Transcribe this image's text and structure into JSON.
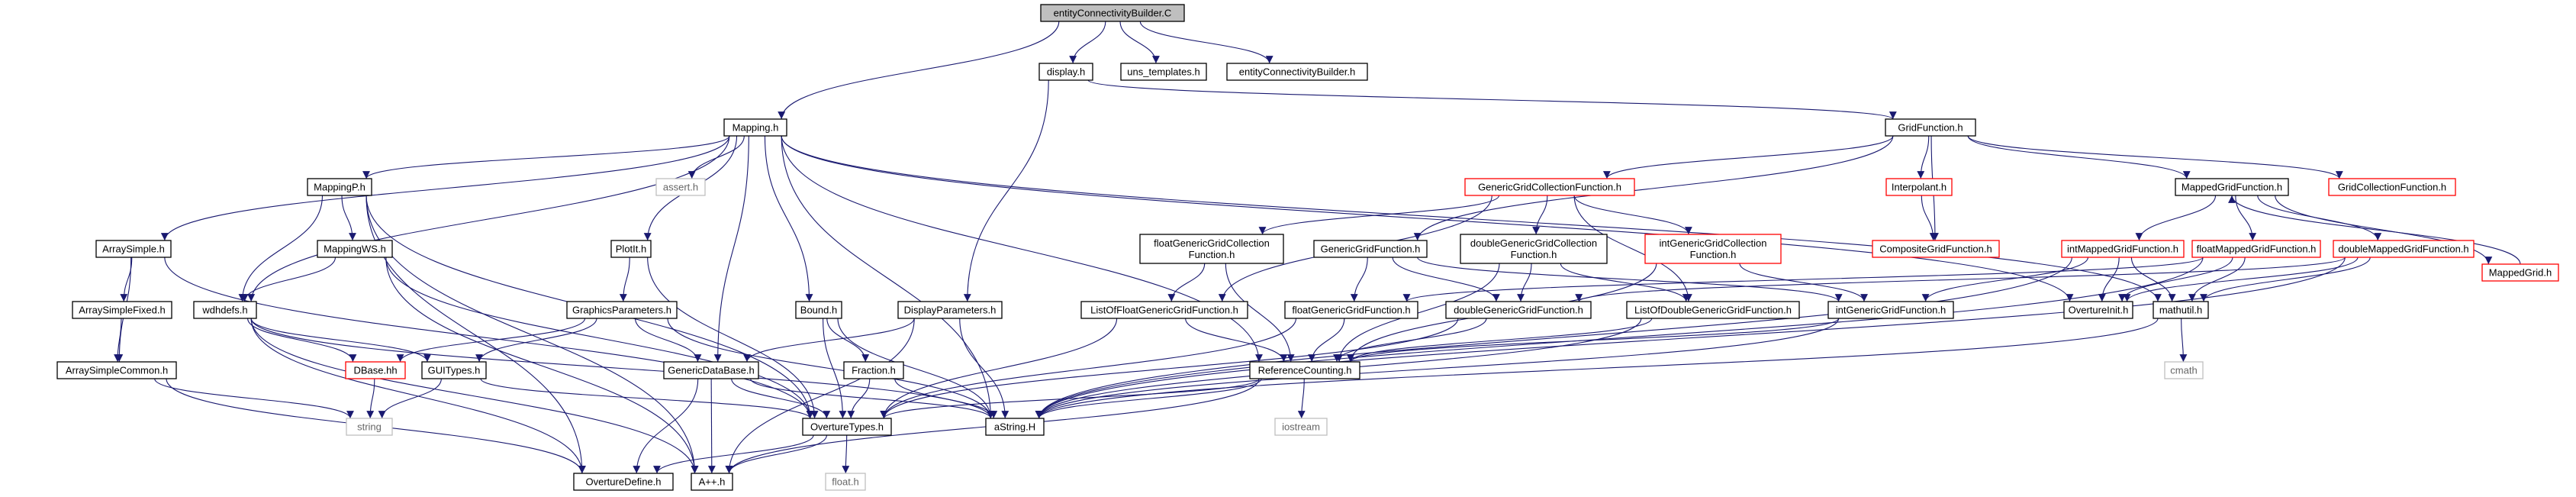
{
  "colors": {
    "edge": "#191970",
    "border_normal": "#000000",
    "border_truncated": "#ff0000",
    "border_external": "#bfbfbf",
    "root_fill": "#bfbfbf",
    "text_normal": "#000000",
    "text_external": "#666666"
  },
  "nodes": {
    "root": {
      "label": "entityConnectivityBuilder.C",
      "kind": "root"
    },
    "display_h": {
      "label": "display.h",
      "kind": "normal"
    },
    "uns_templates": {
      "label": "uns_templates.h",
      "kind": "normal"
    },
    "ecb_h": {
      "label": "entityConnectivityBuilder.h",
      "kind": "normal"
    },
    "mapping_h": {
      "label": "Mapping.h",
      "kind": "normal"
    },
    "gridfunction": {
      "label": "GridFunction.h",
      "kind": "normal"
    },
    "arraysimple": {
      "label": "ArraySimple.h",
      "kind": "normal"
    },
    "arraysimplefixed": {
      "label": "ArraySimpleFixed.h",
      "kind": "normal"
    },
    "arraysimplecommon": {
      "label": "ArraySimpleCommon.h",
      "kind": "normal"
    },
    "mappingp": {
      "label": "MappingP.h",
      "kind": "normal"
    },
    "mappingws": {
      "label": "MappingWS.h",
      "kind": "normal"
    },
    "wdhdefs": {
      "label": "wdhdefs.h",
      "kind": "normal"
    },
    "assert": {
      "label": "assert.h",
      "kind": "external"
    },
    "plott": {
      "label": "PlotIt.h",
      "kind": "normal"
    },
    "graphicsparams": {
      "label": "GraphicsParameters.h",
      "kind": "normal"
    },
    "dbase": {
      "label": "DBase.hh",
      "kind": "truncated"
    },
    "guitypes": {
      "label": "GUITypes.h",
      "kind": "normal"
    },
    "string": {
      "label": "string",
      "kind": "external"
    },
    "genericdatabase": {
      "label": "GenericDataBase.h",
      "kind": "normal"
    },
    "bound": {
      "label": "Bound.h",
      "kind": "normal"
    },
    "fraction": {
      "label": "Fraction.h",
      "kind": "normal"
    },
    "displayparams": {
      "label": "DisplayParameters.h",
      "kind": "normal"
    },
    "overturetypes": {
      "label": "OvertureTypes.h",
      "kind": "normal"
    },
    "overturedefine": {
      "label": "OvertureDefine.h",
      "kind": "normal"
    },
    "app": {
      "label": "A++.h",
      "kind": "normal"
    },
    "float": {
      "label": "float.h",
      "kind": "external"
    },
    "astring": {
      "label": "aString.H",
      "kind": "normal"
    },
    "refcounting": {
      "label": "ReferenceCounting.h",
      "kind": "normal"
    },
    "iostream": {
      "label": "iostream",
      "kind": "external"
    },
    "gengridcoll": {
      "label": "GenericGridCollectionFunction.h",
      "kind": "truncated"
    },
    "floatgengridcoll": {
      "label": "floatGenericGridCollection\nFunction.h",
      "kind": "normal"
    },
    "gengrid": {
      "label": "GenericGridFunction.h",
      "kind": "normal"
    },
    "doublegengridcoll": {
      "label": "doubleGenericGridCollection\nFunction.h",
      "kind": "normal"
    },
    "intgengridcoll": {
      "label": "intGenericGridCollection\nFunction.h",
      "kind": "truncated"
    },
    "listfloatgengrid": {
      "label": "ListOfFloatGenericGridFunction.h",
      "kind": "normal"
    },
    "floatgengrid": {
      "label": "floatGenericGridFunction.h",
      "kind": "normal"
    },
    "doublegengrid": {
      "label": "doubleGenericGridFunction.h",
      "kind": "normal"
    },
    "listdoublegengrid": {
      "label": "ListOfDoubleGenericGridFunction.h",
      "kind": "normal"
    },
    "intgengrid": {
      "label": "intGenericGridFunction.h",
      "kind": "normal"
    },
    "interpolant": {
      "label": "Interpolant.h",
      "kind": "truncated"
    },
    "compositegrid": {
      "label": "CompositeGridFunction.h",
      "kind": "truncated"
    },
    "mappedgrid": {
      "label": "MappedGridFunction.h",
      "kind": "normal"
    },
    "gridcoll": {
      "label": "GridCollectionFunction.h",
      "kind": "truncated"
    },
    "intmappedgrid": {
      "label": "intMappedGridFunction.h",
      "kind": "truncated"
    },
    "floatmappedgrid": {
      "label": "floatMappedGridFunction.h",
      "kind": "truncated"
    },
    "doublemappedgrid": {
      "label": "doubleMappedGridFunction.h",
      "kind": "truncated"
    },
    "mappedgrid_h": {
      "label": "MappedGrid.h",
      "kind": "truncated"
    },
    "overtureinit": {
      "label": "OvertureInit.h",
      "kind": "normal"
    },
    "mathutil": {
      "label": "mathutil.h",
      "kind": "normal"
    },
    "cmath": {
      "label": "cmath",
      "kind": "external"
    }
  },
  "edges": [
    [
      "root",
      "display_h"
    ],
    [
      "root",
      "uns_templates"
    ],
    [
      "root",
      "ecb_h"
    ],
    [
      "root",
      "mapping_h"
    ],
    [
      "display_h",
      "gridfunction"
    ],
    [
      "display_h",
      "displayparams"
    ],
    [
      "mapping_h",
      "arraysimple"
    ],
    [
      "mapping_h",
      "mappingp"
    ],
    [
      "mapping_h",
      "wdhdefs"
    ],
    [
      "mapping_h",
      "assert"
    ],
    [
      "mapping_h",
      "plott"
    ],
    [
      "mapping_h",
      "genericdatabase"
    ],
    [
      "mapping_h",
      "bound"
    ],
    [
      "mapping_h",
      "astring"
    ],
    [
      "mapping_h",
      "refcounting"
    ],
    [
      "mapping_h",
      "overtureinit"
    ],
    [
      "mapping_h",
      "mathutil"
    ],
    [
      "arraysimple",
      "arraysimplefixed"
    ],
    [
      "arraysimple",
      "arraysimplecommon"
    ],
    [
      "arraysimple",
      "overturetypes"
    ],
    [
      "arraysimplefixed",
      "arraysimplecommon"
    ],
    [
      "arraysimplecommon",
      "string"
    ],
    [
      "arraysimplecommon",
      "overturedefine"
    ],
    [
      "mappingp",
      "mappingws"
    ],
    [
      "mappingp",
      "wdhdefs"
    ],
    [
      "mappingp",
      "overturetypes"
    ],
    [
      "mappingp",
      "app"
    ],
    [
      "mappingp",
      "overturedefine"
    ],
    [
      "mappingws",
      "wdhdefs"
    ],
    [
      "mappingws",
      "overturetypes"
    ],
    [
      "mappingws",
      "app"
    ],
    [
      "wdhdefs",
      "dbase"
    ],
    [
      "wdhdefs",
      "guitypes"
    ],
    [
      "wdhdefs",
      "astring"
    ],
    [
      "wdhdefs",
      "app"
    ],
    [
      "wdhdefs",
      "overturedefine"
    ],
    [
      "plott",
      "graphicsparams"
    ],
    [
      "plott",
      "overturetypes"
    ],
    [
      "graphicsparams",
      "dbase"
    ],
    [
      "graphicsparams",
      "guitypes"
    ],
    [
      "graphicsparams",
      "genericdatabase"
    ],
    [
      "graphicsparams",
      "astring"
    ],
    [
      "dbase",
      "string"
    ],
    [
      "guitypes",
      "string"
    ],
    [
      "guitypes",
      "overturetypes"
    ],
    [
      "genericdatabase",
      "overturetypes"
    ],
    [
      "genericdatabase",
      "app"
    ],
    [
      "genericdatabase",
      "astring"
    ],
    [
      "genericdatabase",
      "overturedefine"
    ],
    [
      "bound",
      "fraction"
    ],
    [
      "bound",
      "overturetypes"
    ],
    [
      "bound",
      "astring"
    ],
    [
      "fraction",
      "overturetypes"
    ],
    [
      "fraction",
      "astring"
    ],
    [
      "displayparams",
      "genericdatabase"
    ],
    [
      "displayparams",
      "astring"
    ],
    [
      "displayparams",
      "app"
    ],
    [
      "overturetypes",
      "overturedefine"
    ],
    [
      "overturetypes",
      "app"
    ],
    [
      "overturetypes",
      "float"
    ],
    [
      "refcounting",
      "overturetypes"
    ],
    [
      "refcounting",
      "astring"
    ],
    [
      "refcounting",
      "iostream"
    ],
    [
      "refcounting",
      "app"
    ],
    [
      "gridfunction",
      "gengridcoll"
    ],
    [
      "gridfunction",
      "gengrid"
    ],
    [
      "gridfunction",
      "interpolant"
    ],
    [
      "gridfunction",
      "compositegrid"
    ],
    [
      "gridfunction",
      "mappedgrid"
    ],
    [
      "gridfunction",
      "gridcoll"
    ],
    [
      "gengridcoll",
      "floatgengridcoll"
    ],
    [
      "gengridcoll",
      "doublegengridcoll"
    ],
    [
      "gengridcoll",
      "intgengridcoll"
    ],
    [
      "gengridcoll",
      "listfloatgengrid"
    ],
    [
      "gengridcoll",
      "listdoublegengrid"
    ],
    [
      "floatgengridcoll",
      "listfloatgengrid"
    ],
    [
      "floatgengridcoll",
      "refcounting"
    ],
    [
      "doublegengridcoll",
      "doublegengrid"
    ],
    [
      "doublegengridcoll",
      "listdoublegengrid"
    ],
    [
      "doublegengridcoll",
      "refcounting"
    ],
    [
      "intgengridcoll",
      "intgengrid"
    ],
    [
      "intgengridcoll",
      "refcounting"
    ],
    [
      "gengrid",
      "floatgengrid"
    ],
    [
      "gengrid",
      "doublegengrid"
    ],
    [
      "gengrid",
      "intgengrid"
    ],
    [
      "listfloatgengrid",
      "refcounting"
    ],
    [
      "listfloatgengrid",
      "overturetypes"
    ],
    [
      "floatgengrid",
      "refcounting"
    ],
    [
      "floatgengrid",
      "overturetypes"
    ],
    [
      "doublegengrid",
      "refcounting"
    ],
    [
      "doublegengrid",
      "overturetypes"
    ],
    [
      "listdoublegengrid",
      "refcounting"
    ],
    [
      "listdoublegengrid",
      "astring"
    ],
    [
      "intgengrid",
      "refcounting"
    ],
    [
      "intgengrid",
      "astring"
    ],
    [
      "interpolant",
      "compositegrid"
    ],
    [
      "mappedgrid",
      "intmappedgrid"
    ],
    [
      "mappedgrid",
      "floatmappedgrid"
    ],
    [
      "mappedgrid",
      "doublemappedgrid"
    ],
    [
      "mappedgrid",
      "mappedgrid_h"
    ],
    [
      "mappedgrid_h",
      "mappedgrid"
    ],
    [
      "intmappedgrid",
      "intgengrid"
    ],
    [
      "intmappedgrid",
      "overtureinit"
    ],
    [
      "intmappedgrid",
      "mathutil"
    ],
    [
      "intmappedgrid",
      "astring"
    ],
    [
      "floatmappedgrid",
      "floatgengrid"
    ],
    [
      "floatmappedgrid",
      "overtureinit"
    ],
    [
      "floatmappedgrid",
      "mathutil"
    ],
    [
      "floatmappedgrid",
      "astring"
    ],
    [
      "doublemappedgrid",
      "doublegengrid"
    ],
    [
      "doublemappedgrid",
      "overtureinit"
    ],
    [
      "doublemappedgrid",
      "mathutil"
    ],
    [
      "doublemappedgrid",
      "astring"
    ],
    [
      "mathutil",
      "cmath"
    ],
    [
      "mathutil",
      "astring"
    ]
  ]
}
